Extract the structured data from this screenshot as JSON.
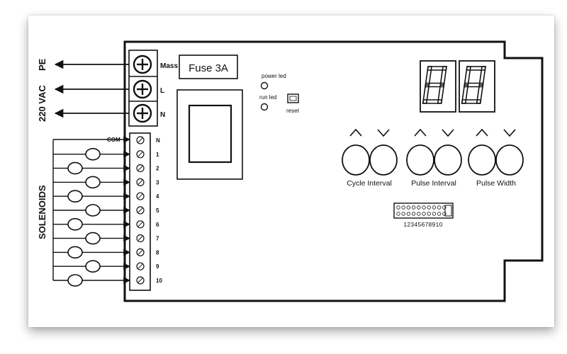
{
  "power": {
    "labels": [
      "PE",
      "220 VAC"
    ],
    "terminals": [
      "Mass",
      "L",
      "N"
    ]
  },
  "fuse": {
    "label": "Fuse 3A"
  },
  "leds": {
    "power": "power led",
    "run": "run led",
    "reset": "reset"
  },
  "solenoids": {
    "label": "SOLENOIDS",
    "com": "COM",
    "terminals": [
      "N",
      "1",
      "2",
      "3",
      "4",
      "5",
      "6",
      "7",
      "8",
      "9",
      "10"
    ]
  },
  "display": {
    "digits": [
      "8",
      "8"
    ]
  },
  "knobs": {
    "up_symbol": "^",
    "down_symbol": "v",
    "groups": [
      "Cycle Interval",
      "Pulse Interval",
      "Pulse Width"
    ]
  },
  "connector": {
    "numbers": "12345678910"
  },
  "colors": {
    "line": "#111111",
    "paper": "#ffffff"
  }
}
